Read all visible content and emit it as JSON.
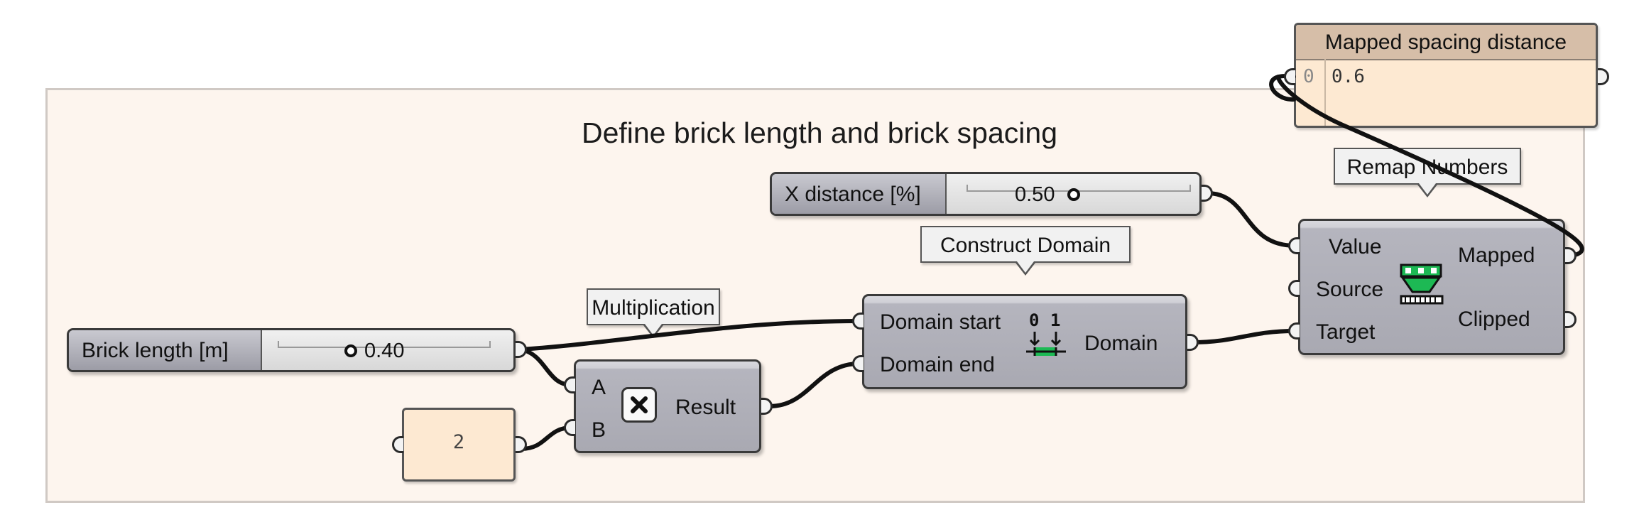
{
  "group": {
    "title": "Define brick length and brick spacing"
  },
  "sliders": {
    "brick_length": {
      "name": "Brick length [m]",
      "value": "0.40"
    },
    "x_distance": {
      "name": "X distance [%]",
      "value": "0.50"
    }
  },
  "tooltips": {
    "multiplication": "Multiplication",
    "construct_domain": "Construct Domain",
    "remap_numbers": "Remap Numbers"
  },
  "multiplication": {
    "input_a": "A",
    "input_b": "B",
    "output": "Result",
    "icon": "multiply-icon"
  },
  "construct_domain": {
    "input_start": "Domain start",
    "input_end": "Domain end",
    "output": "Domain",
    "icon_labels": [
      "0",
      "1"
    ],
    "icon": "domain-icon"
  },
  "remap": {
    "inputs": [
      "Value",
      "Source",
      "Target"
    ],
    "outputs": [
      "Mapped",
      "Clipped"
    ],
    "icon": "remap-funnel-icon"
  },
  "number_box": {
    "value": "2"
  },
  "panel": {
    "title": "Mapped spacing distance",
    "index": "0",
    "value": "0.6"
  },
  "colors": {
    "group_fill": "#fdf5ee",
    "panel_fill": "#fde9d2",
    "panel_header": "#d6bea8",
    "accent_green": "#1db954",
    "wire": "#111111"
  }
}
